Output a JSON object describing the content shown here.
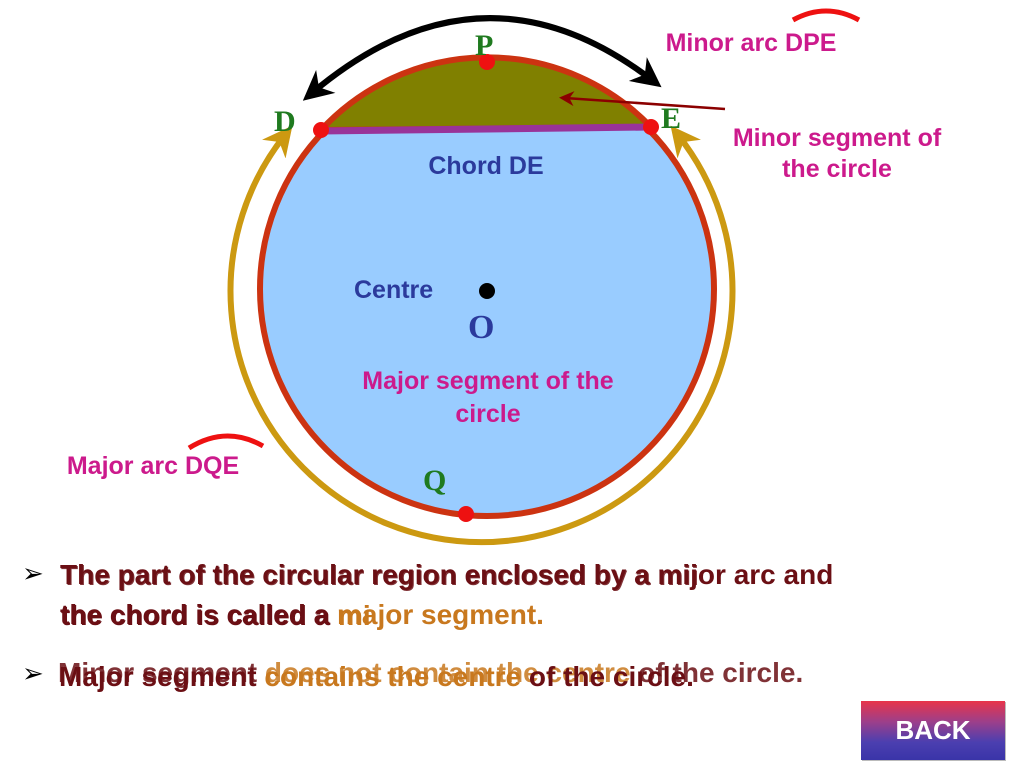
{
  "labels": {
    "p": "P",
    "d": "D",
    "e": "E",
    "q": "Q",
    "o": "O",
    "chord": "Chord DE",
    "centre": "Centre",
    "minor_arc": "Minor arc DPE",
    "minor_segment_1": "Minor segment of",
    "minor_segment_2": "the circle",
    "major_segment_1": "Major segment of the",
    "major_segment_2": "circle",
    "major_arc": "Major arc DQE"
  },
  "bullets": {
    "b1_line1_a": "The part of the circular region enclosed by a mi",
    "b1_line1_mi": "i",
    "b1_line1_ajor": "jor arc and",
    "b1_line1_overlap": "The part of the circular region enclosed by a mi",
    "b1_line2_a": "the chord is called a ",
    "b1_line2_hl": "major segment.",
    "b1_line2_overlap_a": "the chord is called a ",
    "b1_line2_overlap_hl": "mi",
    "b2_a": "Major segment ",
    "b2_hl": "contains the centre",
    "b2_c": " of the circle.",
    "b2_ghost_a": "Minor segment ",
    "b2_ghost_hl": "does not contain the centre",
    "b2_ghost_c": " of the circle."
  },
  "colors": {
    "text_dark_red": "#6b0f14",
    "highlight_orange": "#c8781e",
    "label_magenta": "#cc1a8c",
    "label_blue": "#2b3a9c",
    "point_green": "#1f7a1f",
    "circle_fill": "#99ccff",
    "circle_stroke": "#cc3311",
    "minor_segment_fill": "#808000",
    "chord": "#993399",
    "outer_arc": "#cc9911"
  },
  "back_button": {
    "label": "BACK"
  }
}
